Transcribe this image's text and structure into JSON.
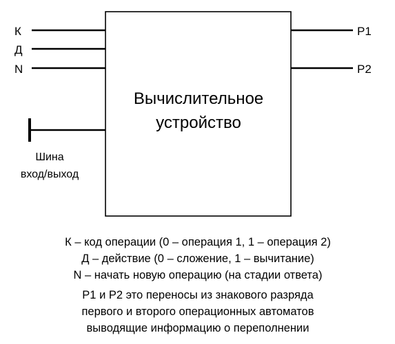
{
  "block": {
    "title_line1": "Вычислительное",
    "title_line2": "устройство"
  },
  "inputs": [
    {
      "label": "К"
    },
    {
      "label": "Д"
    },
    {
      "label": "N"
    }
  ],
  "outputs": [
    {
      "label": "P1"
    },
    {
      "label": "P2"
    }
  ],
  "bus": {
    "label_line1": "Шина",
    "label_line2": "вход/выход"
  },
  "legend": [
    "К – код операции (0 – операция 1, 1 – операция 2)",
    "Д – действие (0 – сложение, 1 – вычитание)",
    "N – начать новую операцию (на стадии ответа)",
    "Р1 и Р2 это переносы из знакового разряда",
    "первого и второго операционных автоматов",
    "выводящие информацию о переполнении"
  ]
}
